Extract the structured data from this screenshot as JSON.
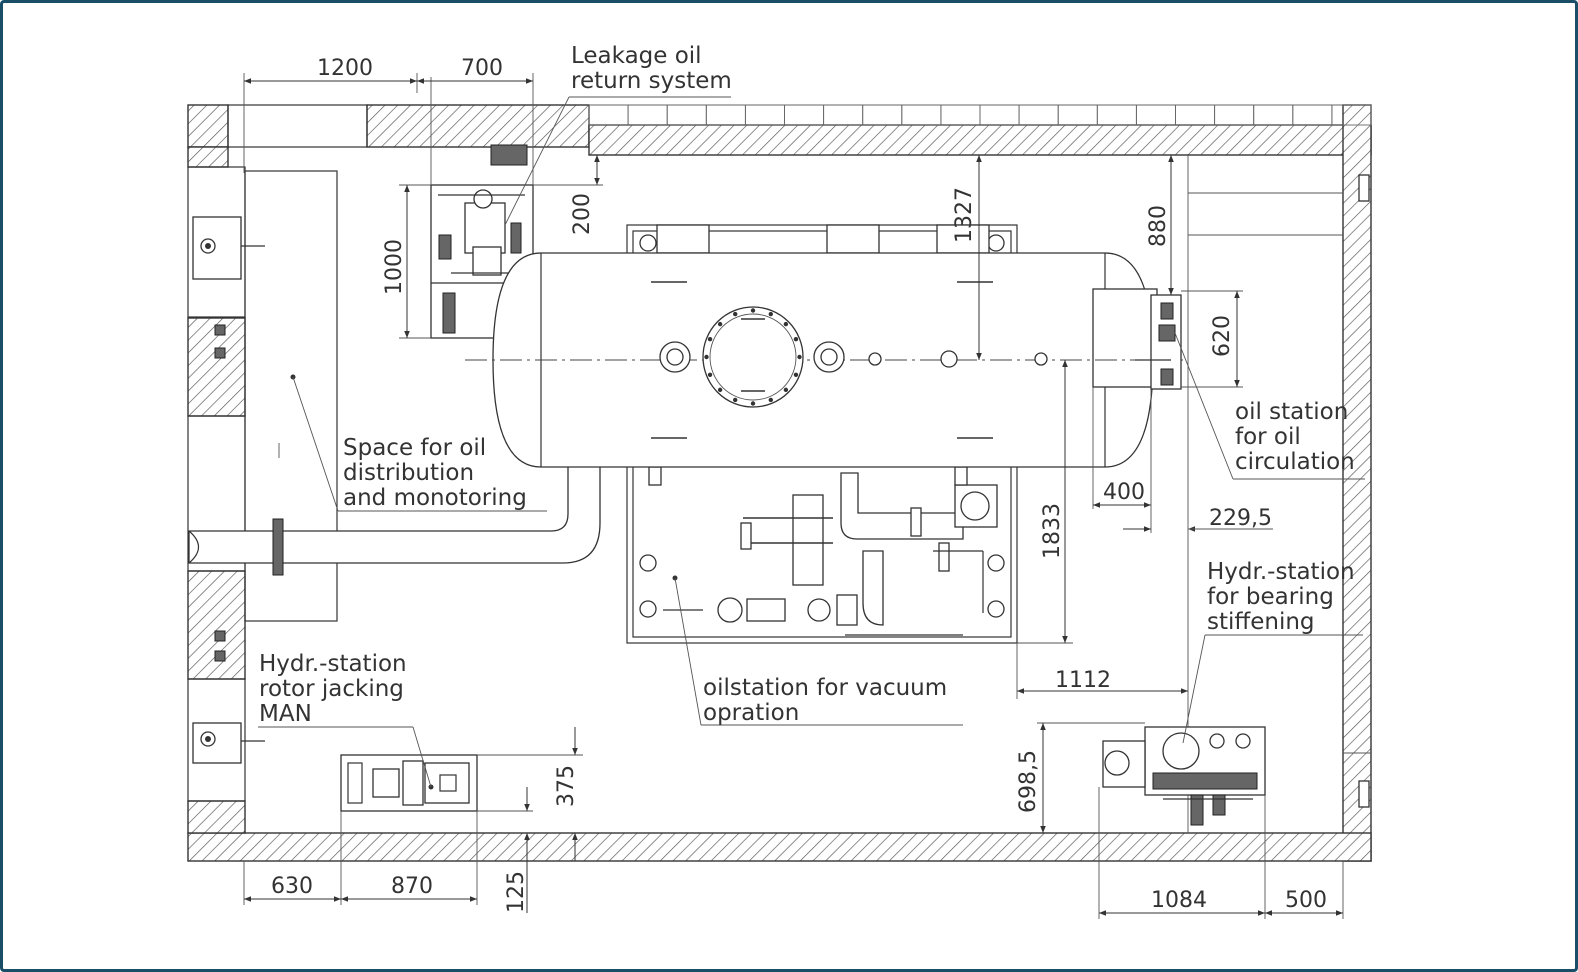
{
  "labels": {
    "leakage_oil": [
      "Leakage oil",
      "return system"
    ],
    "space_oil": [
      "Space for oil",
      "distribution",
      "and monotoring"
    ],
    "oil_station_circ": [
      "oil station",
      "for oil",
      "circulation"
    ],
    "hydr_bearing": [
      "Hydr.-station",
      "for bearing",
      "stiffening"
    ],
    "oilstation_vacuum": [
      "oilstation for vacuum",
      "opration"
    ],
    "hydr_rotor": [
      "Hydr.-station",
      "rotor jacking",
      "MAN"
    ]
  },
  "dimensions": {
    "d1200": "1200",
    "d700": "700",
    "d200": "200",
    "d1000": "1000",
    "d1327": "1327",
    "d880": "880",
    "d620": "620",
    "d400": "400",
    "d229_5": "229,5",
    "d1833": "1833",
    "d1112": "1112",
    "d698_5": "698,5",
    "d375": "375",
    "d125": "125",
    "d630": "630",
    "d870": "870",
    "d1084": "1084",
    "d500": "500"
  },
  "colors": {
    "frame": "#1a4e66",
    "line": "#333333"
  }
}
